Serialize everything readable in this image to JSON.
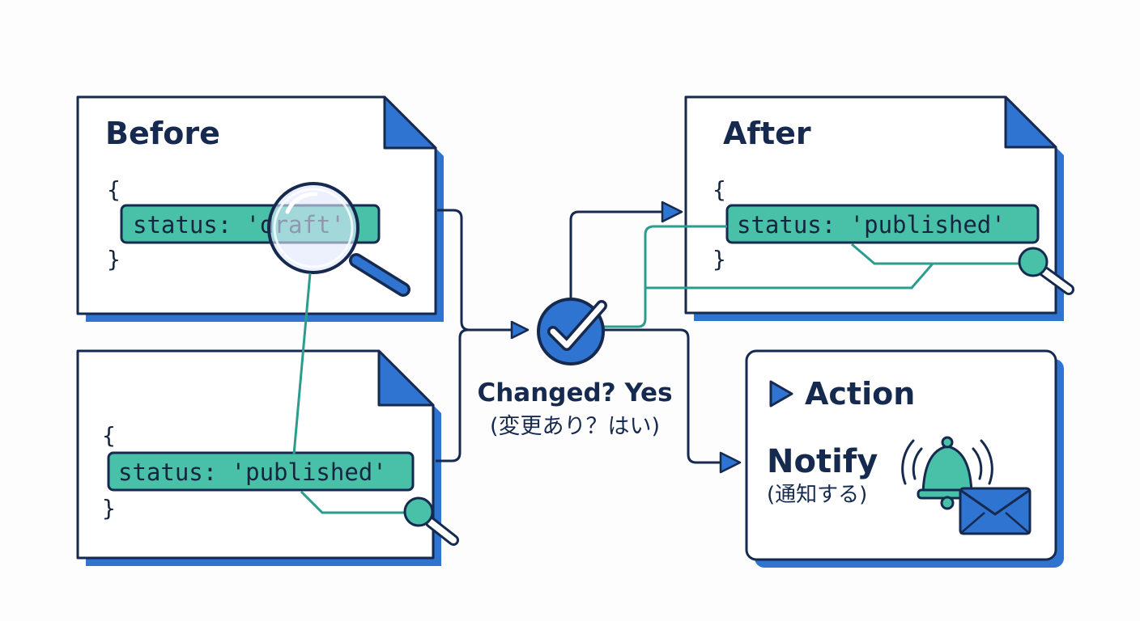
{
  "before": {
    "title": "Before",
    "brace_open": "{",
    "brace_close": "}",
    "code": "status: 'draft'"
  },
  "incoming": {
    "brace_open": "{",
    "brace_close": "}",
    "code": "status: 'published'"
  },
  "after": {
    "title": "After",
    "brace_open": "{",
    "brace_close": "}",
    "code": "status: 'published'"
  },
  "decision": {
    "label": "Changed? Yes",
    "sublabel": "(変更あり？はい)"
  },
  "action": {
    "title": "Action",
    "name": "Notify",
    "name_sub": "(通知する)"
  },
  "colors": {
    "outline": "#16294f",
    "accent_blue": "#2f74d0",
    "highlight_teal": "#48c1a8",
    "connector_teal": "#2a9d8f",
    "background": "#fdfdfd"
  },
  "icons": [
    "magnifier-icon",
    "check-circle-icon",
    "play-icon",
    "bell-icon",
    "envelope-icon",
    "arrow-head-icon"
  ]
}
